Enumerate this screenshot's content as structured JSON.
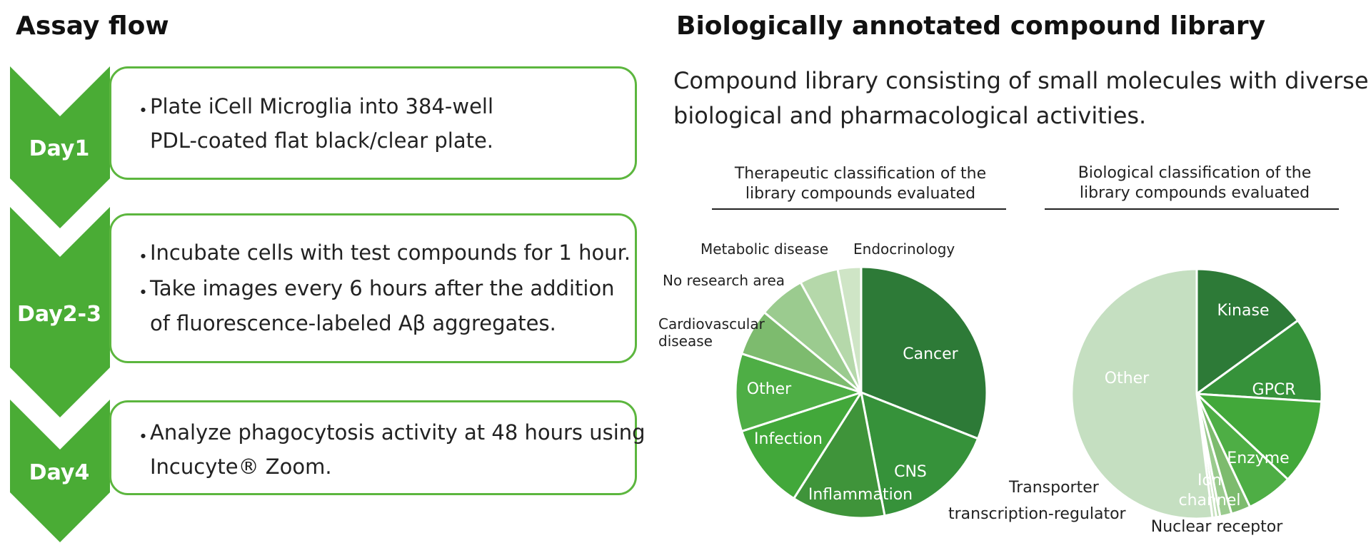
{
  "left": {
    "heading": "Assay flow",
    "steps": [
      {
        "day": "Day1",
        "lines": [
          "Plate iCell Microglia into 384-well",
          "PDL-coated flat black/clear plate."
        ]
      },
      {
        "day": "Day2-3",
        "lines": [
          "Incubate cells with test compounds for 1 hour.",
          "Take images every 6 hours after the addition",
          "of fluorescence-labeled Aβ aggregates."
        ]
      },
      {
        "day": "Day4",
        "lines": [
          "Analyze phagocytosis activity at 48 hours using",
          "Incucyte® Zoom."
        ]
      }
    ],
    "bullet": "・",
    "colors": {
      "arrow": "#4aac35",
      "border": "#5cb63e"
    }
  },
  "right": {
    "heading": "Biologically annotated compound library",
    "description": [
      "Compound library consisting of small molecules with diverse",
      "biological and pharmacological activities."
    ]
  },
  "chart_data": [
    {
      "type": "pie",
      "title": "Therapeutic classification of the library compounds evaluated",
      "title_lines": [
        "Therapeutic classification of the",
        "library compounds evaluated"
      ],
      "slices": [
        {
          "label": "Cancer",
          "value": 31.0,
          "color": "#2d7a37",
          "label_inside": true
        },
        {
          "label": "CNS",
          "value": 16.0,
          "color": "#36923a",
          "label_inside": true
        },
        {
          "label": "Inflammation",
          "value": 12.0,
          "color": "#3f943a",
          "label_inside": true
        },
        {
          "label": "Infection",
          "value": 11.0,
          "color": "#42a83a",
          "label_inside": true
        },
        {
          "label": "Other",
          "value": 10.0,
          "color": "#4eae45",
          "label_inside": true
        },
        {
          "label": "Cardiovascular disease",
          "value": 6.0,
          "color": "#7dbb6e",
          "label_inside": false
        },
        {
          "label": "No research area",
          "value": 6.0,
          "color": "#9bcb8f",
          "label_inside": false
        },
        {
          "label": "Metabolic disease",
          "value": 5.0,
          "color": "#b5d8aa",
          "label_inside": false
        },
        {
          "label": "Endocrinology",
          "value": 3.0,
          "color": "#cfe5c6",
          "label_inside": false
        }
      ]
    },
    {
      "type": "pie",
      "title": "Biological classification of the library compounds evaluated",
      "title_lines": [
        "Biological classification of the",
        "library compounds evaluated"
      ],
      "slices": [
        {
          "label": "Kinase",
          "value": 15.0,
          "color": "#2d7a37",
          "label_inside": true
        },
        {
          "label": "GPCR",
          "value": 11.0,
          "color": "#36923a",
          "label_inside": true
        },
        {
          "label": "Enzyme",
          "value": 11.0,
          "color": "#42a83a",
          "label_inside": true
        },
        {
          "label": "Ion channel",
          "value": 6.0,
          "color": "#4eae45",
          "label_inside": true
        },
        {
          "label": "Nuclear receptor",
          "value": 2.5,
          "color": "#7dbb6e",
          "label_inside": false
        },
        {
          "label": "",
          "value": 1.5,
          "color": "#9bcb8f",
          "label_inside": false
        },
        {
          "label": "transcription-regulator",
          "value": 0.5,
          "color": "#b5d8aa",
          "label_inside": false
        },
        {
          "label": "Transporter",
          "value": 0.5,
          "color": "#c4dfbb",
          "label_inside": false
        },
        {
          "label": "Other",
          "value": 52.0,
          "color": "#c5dfc1",
          "label_inside": true
        }
      ]
    }
  ]
}
